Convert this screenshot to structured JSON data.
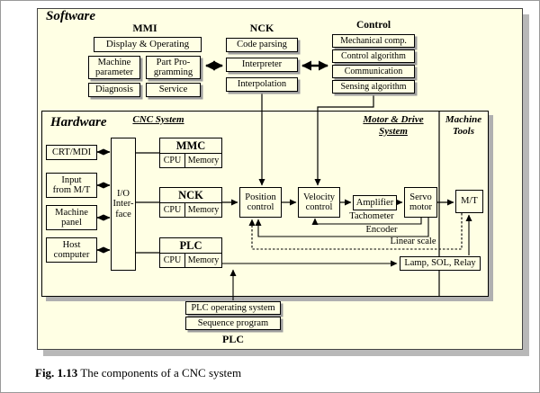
{
  "software": {
    "title": "Software",
    "mmi": {
      "title": "MMI",
      "header": "Display & Operating",
      "boxes": [
        "Machine\nparameter",
        "Part Pro-\ngramming",
        "Diagnosis",
        "Service"
      ]
    },
    "nck": {
      "title": "NCK",
      "boxes": [
        "Code parsing",
        "Interpreter",
        "Interpolation"
      ]
    },
    "control": {
      "title": "Control",
      "boxes": [
        "Mechanical comp.",
        "Control algorithm",
        "Communication",
        "Sensing algorithm"
      ]
    }
  },
  "hardware": {
    "title": "Hardware",
    "cnc_system": "CNC System",
    "motor_drive": "Motor & Drive\nSystem",
    "machine_tools": "Machine\nTools",
    "left_boxes": [
      "CRT/MDI",
      "Input\nfrom M/T",
      "Machine\npanel",
      "Host\ncomputer"
    ],
    "io": "I/O\nInter-\nface",
    "mmc": {
      "title": "MMC",
      "cpu": "CPU",
      "memory": "Memory"
    },
    "nck": {
      "title": "NCK",
      "cpu": "CPU",
      "memory": "Memory"
    },
    "plc": {
      "title": "PLC",
      "cpu": "CPU",
      "memory": "Memory"
    },
    "position": "Position\ncontrol",
    "velocity": "Velocity\ncontrol",
    "amplifier": "Amplifier",
    "servo": "Servo\nmotor",
    "mt": "M/T",
    "tachometer": "Tachometer",
    "encoder": "Encoder",
    "linear_scale": "Linear scale",
    "lamp": "Lamp, SOL, Relay"
  },
  "plc_section": {
    "os": "PLC operating system",
    "seq": "Sequence program",
    "label": "PLC"
  },
  "caption": {
    "fig": "Fig. 1.13",
    "text": "The components of a CNC system"
  },
  "colors": {
    "panel": "#FFFFE4",
    "shadow": "#b8b8b8",
    "line": "#000000"
  }
}
